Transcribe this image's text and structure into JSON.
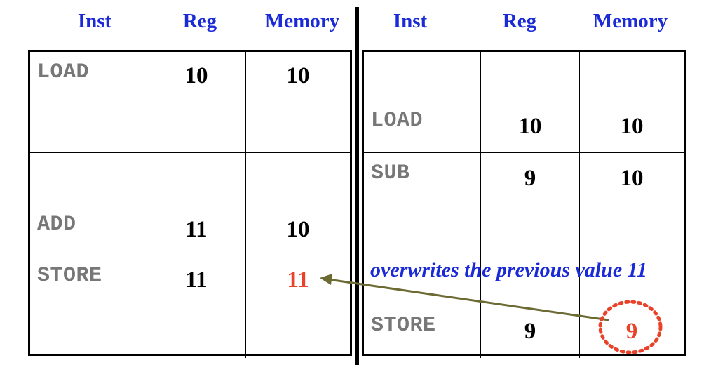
{
  "headers": {
    "left": [
      "Inst",
      "Reg",
      "Memory"
    ],
    "right": [
      "Inst",
      "Reg",
      "Memory"
    ]
  },
  "left_table": {
    "rows": [
      [
        "LOAD",
        "10",
        "10"
      ],
      [
        "",
        "",
        ""
      ],
      [
        "",
        "",
        ""
      ],
      [
        "ADD",
        "11",
        "10"
      ],
      [
        "STORE",
        "11",
        "11"
      ],
      [
        "",
        "",
        ""
      ]
    ],
    "highlight": {
      "row": 4,
      "col": 2
    }
  },
  "right_table": {
    "rows": [
      [
        "",
        "",
        ""
      ],
      [
        "LOAD",
        "10",
        "10"
      ],
      [
        "SUB",
        "9",
        "10"
      ],
      [
        "",
        "",
        ""
      ],
      [
        "",
        "",
        ""
      ],
      [
        "STORE",
        "9",
        "9"
      ]
    ],
    "highlight": {
      "row": 5,
      "col": 2
    }
  },
  "annotation": {
    "text": "overwrites the previous value 11"
  },
  "colors": {
    "header": "#1a2ad6",
    "instruction": "#777777",
    "value": "#000000",
    "highlight": "#e8432a",
    "arrow": "#6b6b33",
    "circle": "#e8432a"
  }
}
